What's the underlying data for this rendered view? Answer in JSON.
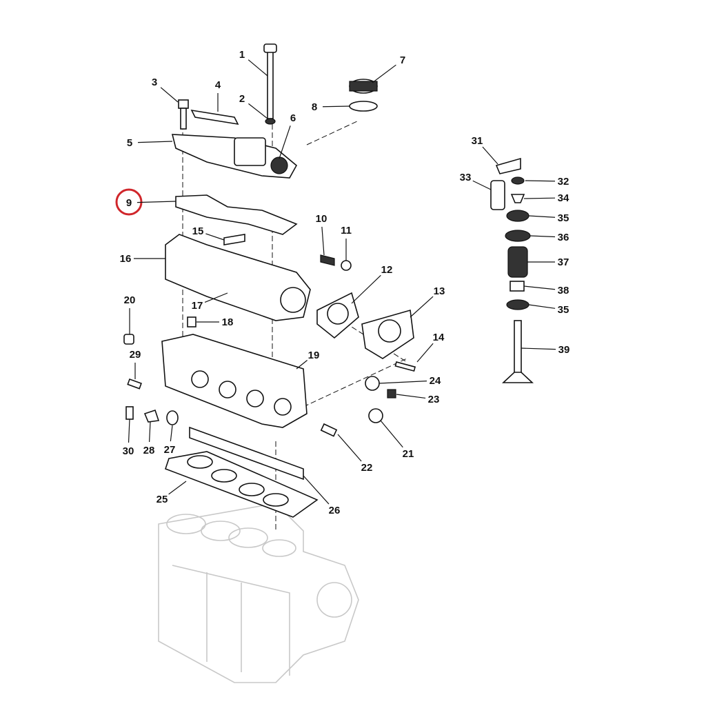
{
  "diagram": {
    "title": "Cylinder head exploded parts diagram",
    "highlight_color": "#d0262b",
    "highlighted_part": "9",
    "callouts": [
      "1",
      "2",
      "3",
      "4",
      "5",
      "6",
      "7",
      "8",
      "9",
      "10",
      "11",
      "12",
      "13",
      "14",
      "15",
      "16",
      "17",
      "18",
      "19",
      "20",
      "21",
      "22",
      "23",
      "24",
      "25",
      "26",
      "27",
      "28",
      "29",
      "30",
      "31",
      "32",
      "33",
      "34",
      "35",
      "36",
      "37",
      "38",
      "39",
      "35"
    ]
  }
}
